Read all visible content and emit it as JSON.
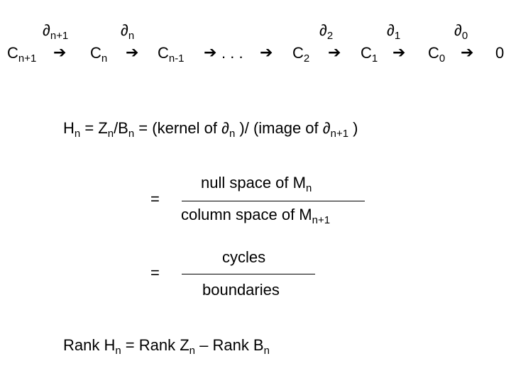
{
  "chain": {
    "boundaries": [
      {
        "symbol": "∂",
        "sub": "n+1"
      },
      {
        "symbol": "∂",
        "sub": "n"
      },
      {
        "symbol": "∂",
        "sub": "2"
      },
      {
        "symbol": "∂",
        "sub": "1"
      },
      {
        "symbol": "∂",
        "sub": "0"
      }
    ],
    "arrow": "➔",
    "terms": [
      {
        "base": "C",
        "sub": "n+1"
      },
      {
        "base": "C",
        "sub": "n"
      },
      {
        "base": "C",
        "sub": "n-1"
      },
      {
        "base": "C",
        "sub": "2"
      },
      {
        "base": "C",
        "sub": "1"
      },
      {
        "base": "C",
        "sub": "0"
      }
    ],
    "dots": ". . .",
    "terminal": "0"
  },
  "def_line": {
    "H": "H",
    "H_sub": "n",
    "eq1": " = Z",
    "Z_sub": "n",
    "slash": "/B",
    "B_sub": "n",
    "text_a": " = (kernel of ",
    "partial": "∂",
    "p_sub": "n",
    "text_b": " )/ (image of ",
    "partial2": "∂",
    "p2_sub": "n+1",
    "text_c": " )"
  },
  "fraction1": {
    "equals": "=",
    "numerator": "null space of M",
    "num_sub": "n",
    "denominator": "column space of M",
    "den_sub": "n+1"
  },
  "fraction2": {
    "equals": "=",
    "numerator": "cycles",
    "denominator": "boundaries"
  },
  "rank_line": {
    "a": "Rank H",
    "a_sub": "n",
    "b": " = Rank Z",
    "b_sub": "n",
    "c": " – Rank B",
    "c_sub": "n"
  }
}
